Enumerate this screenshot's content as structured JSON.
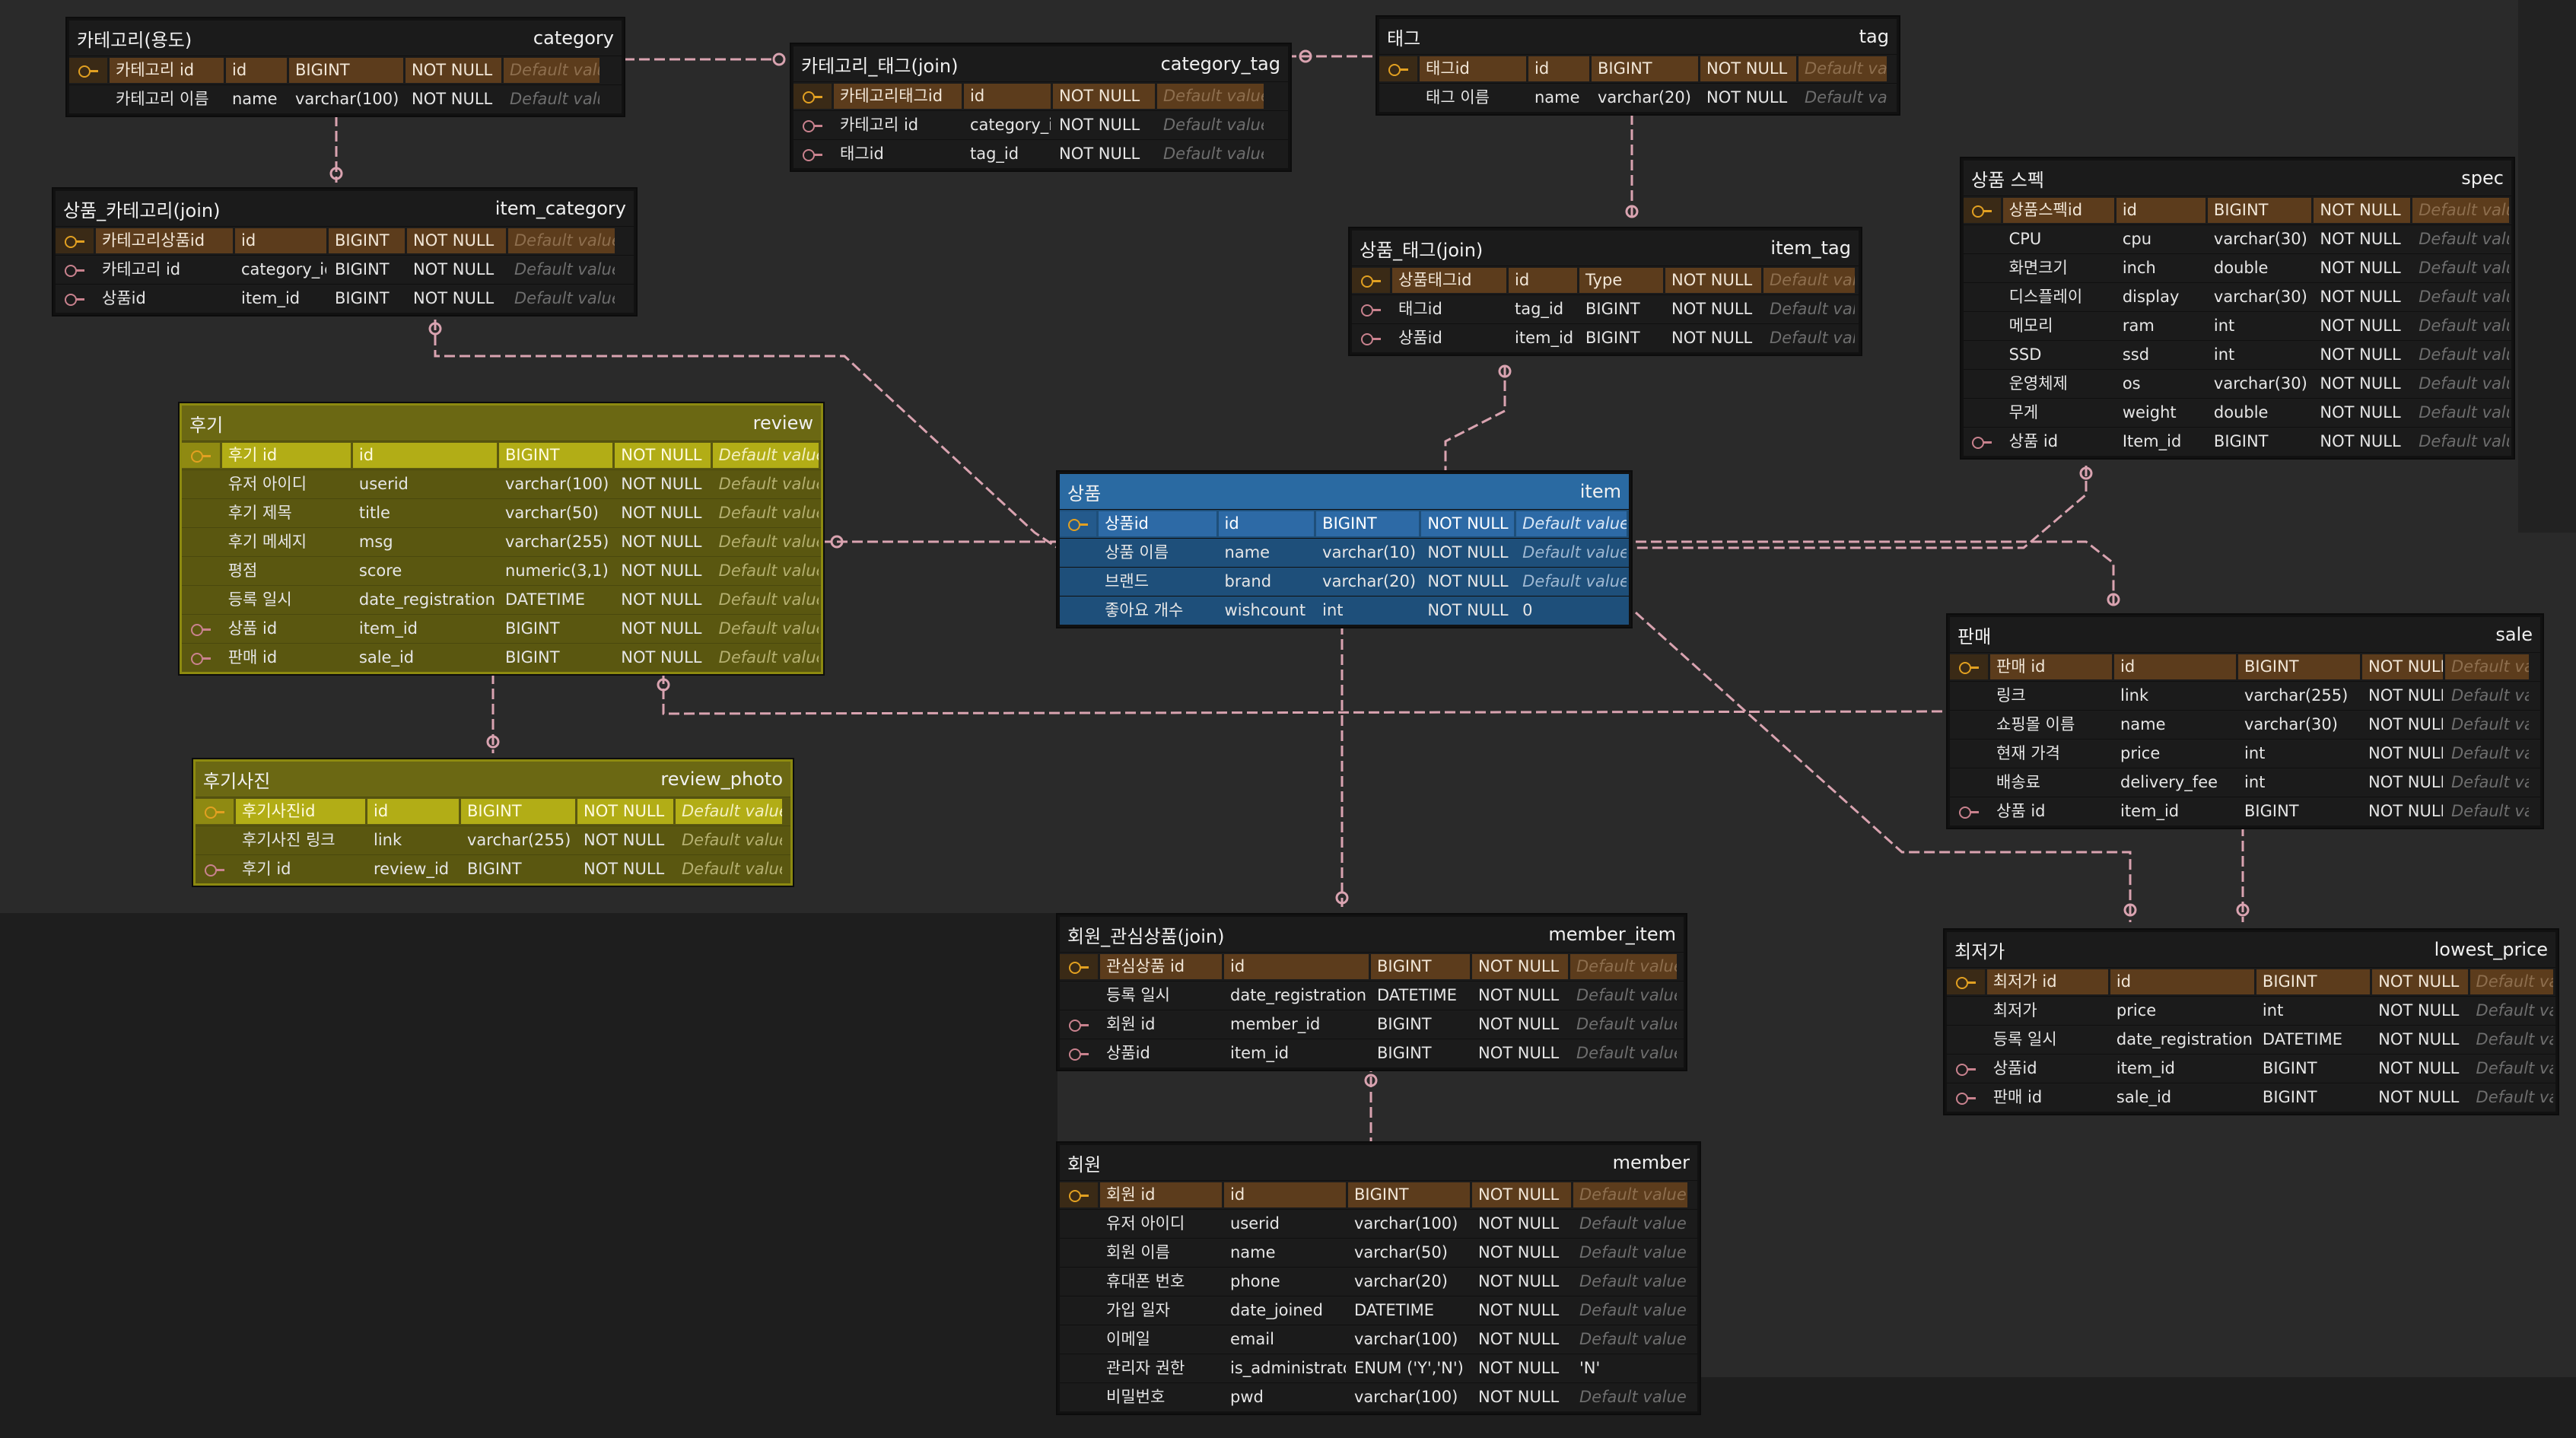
{
  "tables": {
    "category": {
      "title_ko": "카테고리(용도)",
      "title_en": "category",
      "rows": [
        {
          "key": "pk",
          "label": "카테고리 id",
          "field": "id",
          "type": "BIGINT",
          "nn": "NOT NULL",
          "def": "Default value"
        },
        {
          "key": "",
          "label": "카테고리 이름",
          "field": "name",
          "type": "varchar(100)",
          "nn": "NOT NULL",
          "def": "Default value"
        }
      ]
    },
    "category_tag": {
      "title_ko": "카테고리_태그(join)",
      "title_en": "category_tag",
      "rows": [
        {
          "key": "pk",
          "label": "카테고리태그id",
          "field": "id",
          "nn": "NOT NULL",
          "def": "Default value"
        },
        {
          "key": "fk",
          "label": "카테고리 id",
          "field": "category_id",
          "nn": "NOT NULL",
          "def": "Default value"
        },
        {
          "key": "fk",
          "label": "태그id",
          "field": "tag_id",
          "nn": "NOT NULL",
          "def": "Default value"
        }
      ]
    },
    "tag": {
      "title_ko": "태그",
      "title_en": "tag",
      "rows": [
        {
          "key": "pk",
          "label": "태그id",
          "field": "id",
          "type": "BIGINT",
          "nn": "NOT NULL",
          "def": "Default value"
        },
        {
          "key": "",
          "label": "태그 이름",
          "field": "name",
          "type": "varchar(20)",
          "nn": "NOT NULL",
          "def": "Default value"
        }
      ]
    },
    "item_category": {
      "title_ko": "상품_카테고리(join)",
      "title_en": "item_category",
      "rows": [
        {
          "key": "pk",
          "label": "카테고리상품id",
          "field": "id",
          "type": "BIGINT",
          "nn": "NOT NULL",
          "def": "Default value"
        },
        {
          "key": "fk",
          "label": "카테고리 id",
          "field": "category_id",
          "type": "BIGINT",
          "nn": "NOT NULL",
          "def": "Default value"
        },
        {
          "key": "fk",
          "label": "상품id",
          "field": "item_id",
          "type": "BIGINT",
          "nn": "NOT NULL",
          "def": "Default value"
        }
      ]
    },
    "item_tag": {
      "title_ko": "상품_태그(join)",
      "title_en": "item_tag",
      "rows": [
        {
          "key": "pk",
          "label": "상품태그id",
          "field": "id",
          "type": "Type",
          "nn": "NOT NULL",
          "def": "Default value"
        },
        {
          "key": "fk",
          "label": "태그id",
          "field": "tag_id",
          "type": "BIGINT",
          "nn": "NOT NULL",
          "def": "Default value"
        },
        {
          "key": "fk",
          "label": "상품id",
          "field": "item_id",
          "type": "BIGINT",
          "nn": "NOT NULL",
          "def": "Default value"
        }
      ]
    },
    "spec": {
      "title_ko": "상품 스펙",
      "title_en": "spec",
      "rows": [
        {
          "key": "pk",
          "label": "상품스펙id",
          "field": "id",
          "type": "BIGINT",
          "nn": "NOT NULL",
          "def": "Default value"
        },
        {
          "key": "",
          "label": "CPU",
          "field": "cpu",
          "type": "varchar(30)",
          "nn": "NOT NULL",
          "def": "Default value"
        },
        {
          "key": "",
          "label": "화면크기",
          "field": "inch",
          "type": "double",
          "nn": "NOT NULL",
          "def": "Default value"
        },
        {
          "key": "",
          "label": "디스플레이",
          "field": "display",
          "type": "varchar(30)",
          "nn": "NOT NULL",
          "def": "Default value"
        },
        {
          "key": "",
          "label": "메모리",
          "field": "ram",
          "type": "int",
          "nn": "NOT NULL",
          "def": "Default value"
        },
        {
          "key": "",
          "label": "SSD",
          "field": "ssd",
          "type": "int",
          "nn": "NOT NULL",
          "def": "Default value"
        },
        {
          "key": "",
          "label": "운영체제",
          "field": "os",
          "type": "varchar(30)",
          "nn": "NOT NULL",
          "def": "Default value"
        },
        {
          "key": "",
          "label": "무게",
          "field": "weight",
          "type": "double",
          "nn": "NOT NULL",
          "def": "Default value"
        },
        {
          "key": "fk",
          "label": "상품 id",
          "field": "Item_id",
          "type": "BIGINT",
          "nn": "NOT NULL",
          "def": "Default value"
        }
      ]
    },
    "review": {
      "title_ko": "후기",
      "title_en": "review",
      "rows": [
        {
          "key": "pk",
          "label": "후기 id",
          "field": "id",
          "type": "BIGINT",
          "nn": "NOT NULL",
          "def": "Default value"
        },
        {
          "key": "",
          "label": "유저 아이디",
          "field": "userid",
          "type": "varchar(100)",
          "nn": "NOT NULL",
          "def": "Default value"
        },
        {
          "key": "",
          "label": "후기 제목",
          "field": "title",
          "type": "varchar(50)",
          "nn": "NOT NULL",
          "def": "Default value"
        },
        {
          "key": "",
          "label": "후기 메세지",
          "field": "msg",
          "type": "varchar(255)",
          "nn": "NOT NULL",
          "def": "Default value"
        },
        {
          "key": "",
          "label": "평점",
          "field": "score",
          "type": "numeric(3,1)",
          "nn": "NOT NULL",
          "def": "Default value"
        },
        {
          "key": "",
          "label": "등록 일시",
          "field": "date_registration",
          "type": "DATETIME",
          "nn": "NOT NULL",
          "def": "Default value"
        },
        {
          "key": "fk",
          "label": "상품 id",
          "field": "item_id",
          "type": "BIGINT",
          "nn": "NOT NULL",
          "def": "Default value"
        },
        {
          "key": "fk",
          "label": "판매 id",
          "field": "sale_id",
          "type": "BIGINT",
          "nn": "NOT NULL",
          "def": "Default value"
        }
      ]
    },
    "item": {
      "title_ko": "상품",
      "title_en": "item",
      "rows": [
        {
          "key": "pk",
          "label": "상품id",
          "field": "id",
          "type": "BIGINT",
          "nn": "NOT NULL",
          "def": "Default value"
        },
        {
          "key": "",
          "label": "상품 이름",
          "field": "name",
          "type": "varchar(10)",
          "nn": "NOT NULL",
          "def": "Default value"
        },
        {
          "key": "",
          "label": "브랜드",
          "field": "brand",
          "type": "varchar(20)",
          "nn": "NOT NULL",
          "def": "Default value"
        },
        {
          "key": "",
          "label": "좋아요 개수",
          "field": "wishcount",
          "type": "int",
          "nn": "NOT NULL",
          "def": "0"
        }
      ]
    },
    "sale": {
      "title_ko": "판매",
      "title_en": "sale",
      "rows": [
        {
          "key": "pk",
          "label": "판매 id",
          "field": "id",
          "type": "BIGINT",
          "nn": "NOT NULL",
          "def": "Default value"
        },
        {
          "key": "",
          "label": "링크",
          "field": "link",
          "type": "varchar(255)",
          "nn": "NOT NULL",
          "def": "Default value"
        },
        {
          "key": "",
          "label": "쇼핑몰 이름",
          "field": "name",
          "type": "varchar(30)",
          "nn": "NOT NULL",
          "def": "Default value"
        },
        {
          "key": "",
          "label": "현재 가격",
          "field": "price",
          "type": "int",
          "nn": "NOT NULL",
          "def": "Default value"
        },
        {
          "key": "",
          "label": "배송료",
          "field": "delivery_fee",
          "type": "int",
          "nn": "NOT NULL",
          "def": "Default value"
        },
        {
          "key": "fk",
          "label": "상품 id",
          "field": "item_id",
          "type": "BIGINT",
          "nn": "NOT NULL",
          "def": "Default value"
        }
      ]
    },
    "review_photo": {
      "title_ko": "후기사진",
      "title_en": "review_photo",
      "rows": [
        {
          "key": "pk",
          "label": "후기사진id",
          "field": "id",
          "type": "BIGINT",
          "nn": "NOT NULL",
          "def": "Default value"
        },
        {
          "key": "",
          "label": "후기사진 링크",
          "field": "link",
          "type": "varchar(255)",
          "nn": "NOT NULL",
          "def": "Default value"
        },
        {
          "key": "fk",
          "label": "후기 id",
          "field": "review_id",
          "type": "BIGINT",
          "nn": "NOT NULL",
          "def": "Default value"
        }
      ]
    },
    "member_item": {
      "title_ko": "회원_관심상품(join)",
      "title_en": "member_item",
      "rows": [
        {
          "key": "pk",
          "label": "관심상품 id",
          "field": "id",
          "type": "BIGINT",
          "nn": "NOT NULL",
          "def": "Default value"
        },
        {
          "key": "",
          "label": "등록 일시",
          "field": "date_registration",
          "type": "DATETIME",
          "nn": "NOT NULL",
          "def": "Default value"
        },
        {
          "key": "fk",
          "label": "회원 id",
          "field": "member_id",
          "type": "BIGINT",
          "nn": "NOT NULL",
          "def": "Default value"
        },
        {
          "key": "fk",
          "label": "상품id",
          "field": "item_id",
          "type": "BIGINT",
          "nn": "NOT NULL",
          "def": "Default value"
        }
      ]
    },
    "lowest_price": {
      "title_ko": "최저가",
      "title_en": "lowest_price",
      "rows": [
        {
          "key": "pk",
          "label": "최저가 id",
          "field": "id",
          "type": "BIGINT",
          "nn": "NOT NULL",
          "def": "Default value"
        },
        {
          "key": "",
          "label": "최저가",
          "field": "price",
          "type": "int",
          "nn": "NOT NULL",
          "def": "Default value"
        },
        {
          "key": "",
          "label": "등록 일시",
          "field": "date_registration",
          "type": "DATETIME",
          "nn": "NOT NULL",
          "def": "Default value"
        },
        {
          "key": "fk",
          "label": "상품id",
          "field": "item_id",
          "type": "BIGINT",
          "nn": "NOT NULL",
          "def": "Default value"
        },
        {
          "key": "fk",
          "label": "판매 id",
          "field": "sale_id",
          "type": "BIGINT",
          "nn": "NOT NULL",
          "def": "Default value"
        }
      ]
    },
    "member": {
      "title_ko": "회원",
      "title_en": "member",
      "rows": [
        {
          "key": "pk",
          "label": "회원 id",
          "field": "id",
          "type": "BIGINT",
          "nn": "NOT NULL",
          "def": "Default value"
        },
        {
          "key": "",
          "label": "유저 아이디",
          "field": "userid",
          "type": "varchar(100)",
          "nn": "NOT NULL",
          "def": "Default value"
        },
        {
          "key": "",
          "label": "회원 이름",
          "field": "name",
          "type": "varchar(50)",
          "nn": "NOT NULL",
          "def": "Default value"
        },
        {
          "key": "",
          "label": "휴대폰 번호",
          "field": "phone",
          "type": "varchar(20)",
          "nn": "NOT NULL",
          "def": "Default value"
        },
        {
          "key": "",
          "label": "가입 일자",
          "field": "date_joined",
          "type": "DATETIME",
          "nn": "NOT NULL",
          "def": "Default value"
        },
        {
          "key": "",
          "label": "이메일",
          "field": "email",
          "type": "varchar(100)",
          "nn": "NOT NULL",
          "def": "Default value"
        },
        {
          "key": "",
          "label": "관리자 권한",
          "field": "is_administrator",
          "type": "ENUM ('Y','N')",
          "nn": "NOT NULL",
          "def": "'N'"
        },
        {
          "key": "",
          "label": "비밀번호",
          "field": "pwd",
          "type": "varchar(100)",
          "nn": "NOT NULL",
          "def": "Default value"
        }
      ]
    }
  },
  "colors": {
    "background": "#2a2a2a",
    "link": "#d9a3b0",
    "pk_icon": "#e2a021",
    "fk_icon": "#c9828e",
    "item_table": "#2a6aa2",
    "review_table": "#6b6813"
  },
  "icons": {
    "pk": "primary-key-icon",
    "fk": "foreign-key-icon"
  }
}
